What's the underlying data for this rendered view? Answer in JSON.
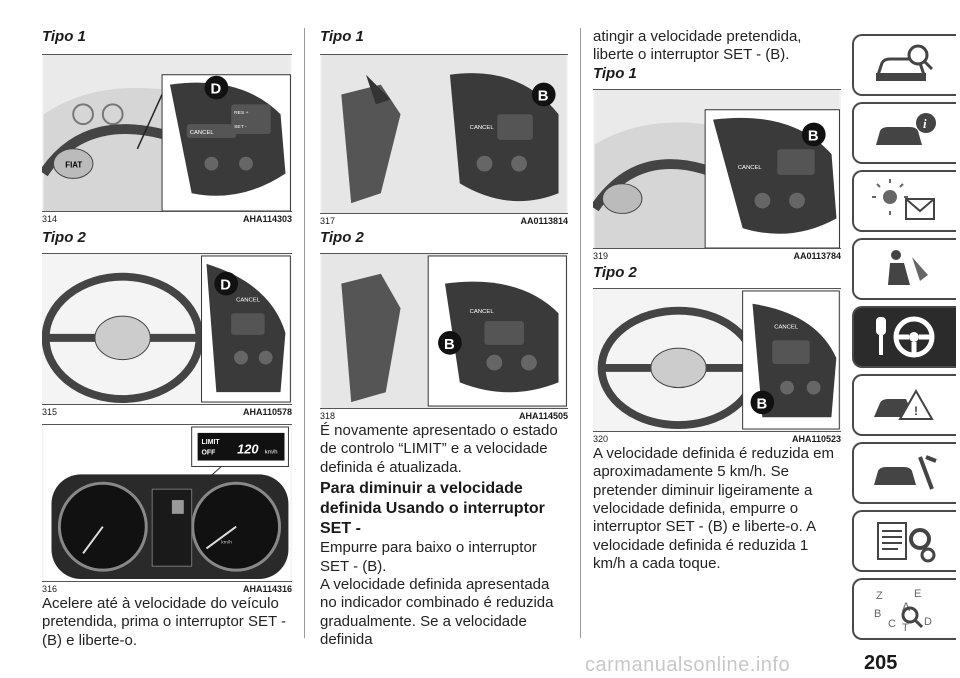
{
  "column1": {
    "tipo1": "Tipo 1",
    "fig314": {
      "num": "314",
      "code": "AHA114303",
      "callout": "D",
      "btn_cancel": "CANCEL",
      "btn_res": "RES +",
      "btn_set": "SET -"
    },
    "tipo2": "Tipo 2",
    "fig315": {
      "num": "315",
      "code": "AHA110578",
      "callout": "D",
      "btn_cancel": "CANCEL"
    },
    "fig316": {
      "num": "316",
      "code": "AHA114316",
      "limit_label": "LIMIT",
      "off_label": "OFF",
      "speed_value": "120",
      "speed_unit": "km/h",
      "gauge_unit": "km/h"
    },
    "paragraph": "Acelere até à velocidade do veículo pretendida, prima o interruptor SET - (B) e liberte-o."
  },
  "column2": {
    "tipo1": "Tipo 1",
    "fig317": {
      "num": "317",
      "code": "AA0113814",
      "callout": "B",
      "btn_cancel": "CANCEL"
    },
    "tipo2": "Tipo 2",
    "fig318": {
      "num": "318",
      "code": "AHA114505",
      "callout": "B",
      "btn_cancel": "CANCEL"
    },
    "paragraph1": "É novamente apresentado o estado de controlo “LIMIT” e a velocidade definida é atualizada.",
    "heading": "Para diminuir a velocidade definida Usando o interruptor SET -",
    "paragraph2": "Empurre para baixo o interruptor SET - (B).",
    "paragraph3": "A velocidade definida apresentada no indicador combinado é reduzida gradualmente. Se a velocidade definida"
  },
  "column3": {
    "paragraph1": "atingir a velocidade pretendida, liberte o interruptor SET - (B).",
    "tipo1": "Tipo 1",
    "fig319": {
      "num": "319",
      "code": "AA0113784",
      "callout": "B",
      "btn_cancel": "CANCEL"
    },
    "tipo2": "Tipo 2",
    "fig320": {
      "num": "320",
      "code": "AHA110523",
      "callout": "B",
      "btn_cancel": "CANCEL"
    },
    "paragraph2": "A velocidade definida é reduzida em aproximadamente 5 km/h. Se pretender diminuir ligeiramente a velocidade definida, empurre o interruptor SET - (B) e liberte-o. A velocidade definida é reduzida 1 km/h a cada toque."
  },
  "side_tabs": [
    {
      "icon": "car-search-icon"
    },
    {
      "icon": "car-info-icon"
    },
    {
      "icon": "warning-lights-icon"
    },
    {
      "icon": "airbag-seat-icon"
    },
    {
      "icon": "key-steering-wheel-icon",
      "active": true
    },
    {
      "icon": "car-accident-icon"
    },
    {
      "icon": "car-service-icon"
    },
    {
      "icon": "specifications-icon"
    },
    {
      "icon": "index-abc-icon",
      "letters": "Z E A B C T D"
    }
  ],
  "page_number": "205",
  "watermark": "carmanualsonline.info"
}
